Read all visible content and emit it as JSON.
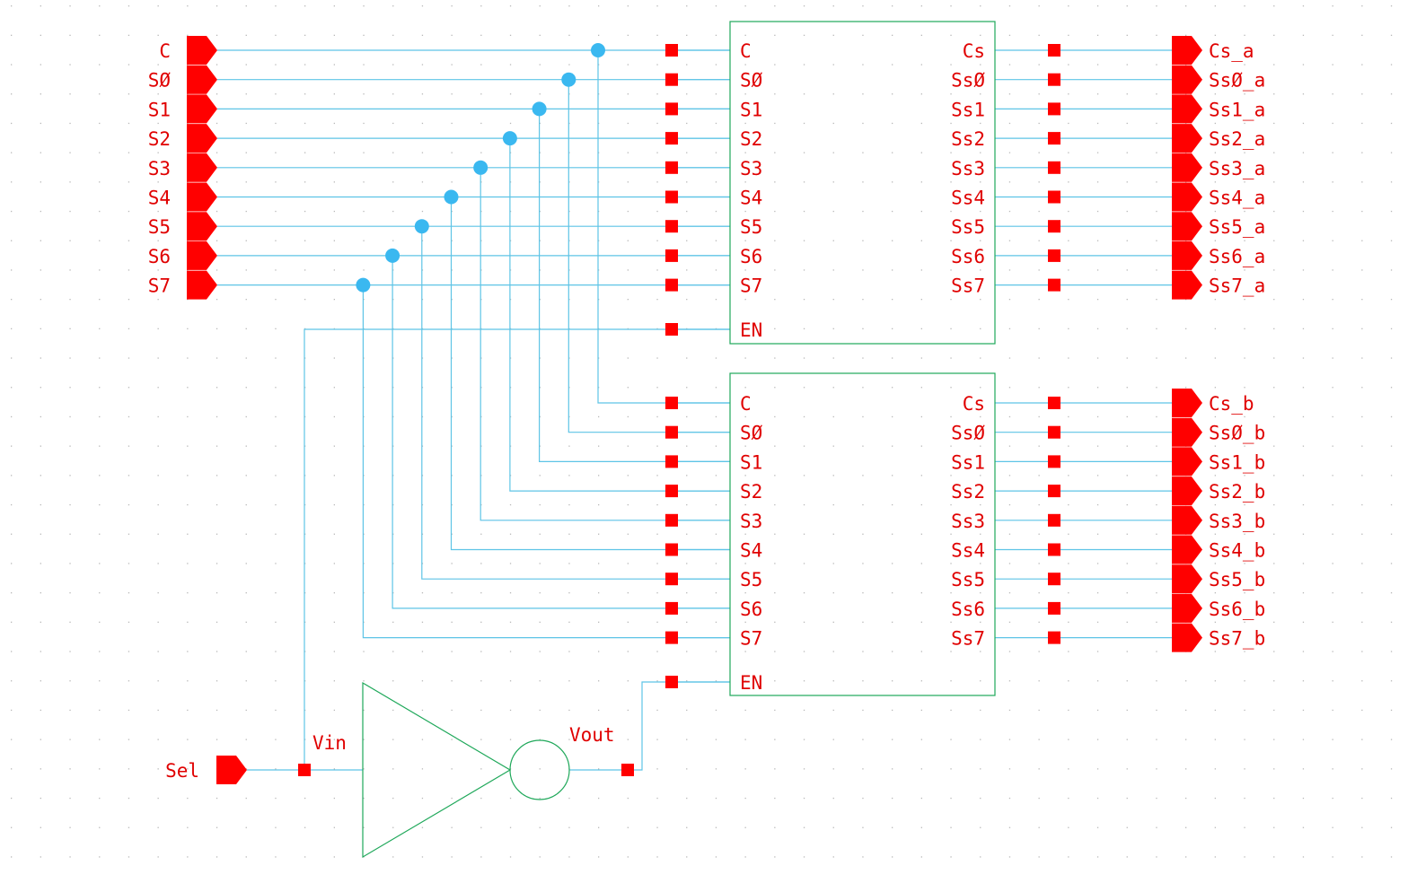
{
  "colors": {
    "background": "#ffffff",
    "grid_dot": "#b8b8b8",
    "wire": "#5ec4e6",
    "junction": "#3ab8f0",
    "symbol_outline": "#1fa85a",
    "pin_and_label": "#ff0000",
    "text": "#e00000"
  },
  "input_ports": [
    "C",
    "SØ",
    "S1",
    "S2",
    "S3",
    "S4",
    "S5",
    "S6",
    "S7"
  ],
  "select_port": "Sel",
  "block_a": {
    "inputs": [
      "C",
      "SØ",
      "S1",
      "S2",
      "S3",
      "S4",
      "S5",
      "S6",
      "S7",
      "EN"
    ],
    "outputs": [
      "Cs",
      "SsØ",
      "Ss1",
      "Ss2",
      "Ss3",
      "Ss4",
      "Ss5",
      "Ss6",
      "Ss7"
    ],
    "output_ports": [
      "Cs_a",
      "SsØ_a",
      "Ss1_a",
      "Ss2_a",
      "Ss3_a",
      "Ss4_a",
      "Ss5_a",
      "Ss6_a",
      "Ss7_a"
    ]
  },
  "block_b": {
    "inputs": [
      "C",
      "SØ",
      "S1",
      "S2",
      "S3",
      "S4",
      "S5",
      "S6",
      "S7",
      "EN"
    ],
    "outputs": [
      "Cs",
      "SsØ",
      "Ss1",
      "Ss2",
      "Ss3",
      "Ss4",
      "Ss5",
      "Ss6",
      "Ss7"
    ],
    "output_ports": [
      "Cs_b",
      "SsØ_b",
      "Ss1_b",
      "Ss2_b",
      "Ss3_b",
      "Ss4_b",
      "Ss5_b",
      "Ss6_b",
      "Ss7_b"
    ]
  },
  "inverter": {
    "input_label": "Vin",
    "output_label": "Vout"
  }
}
